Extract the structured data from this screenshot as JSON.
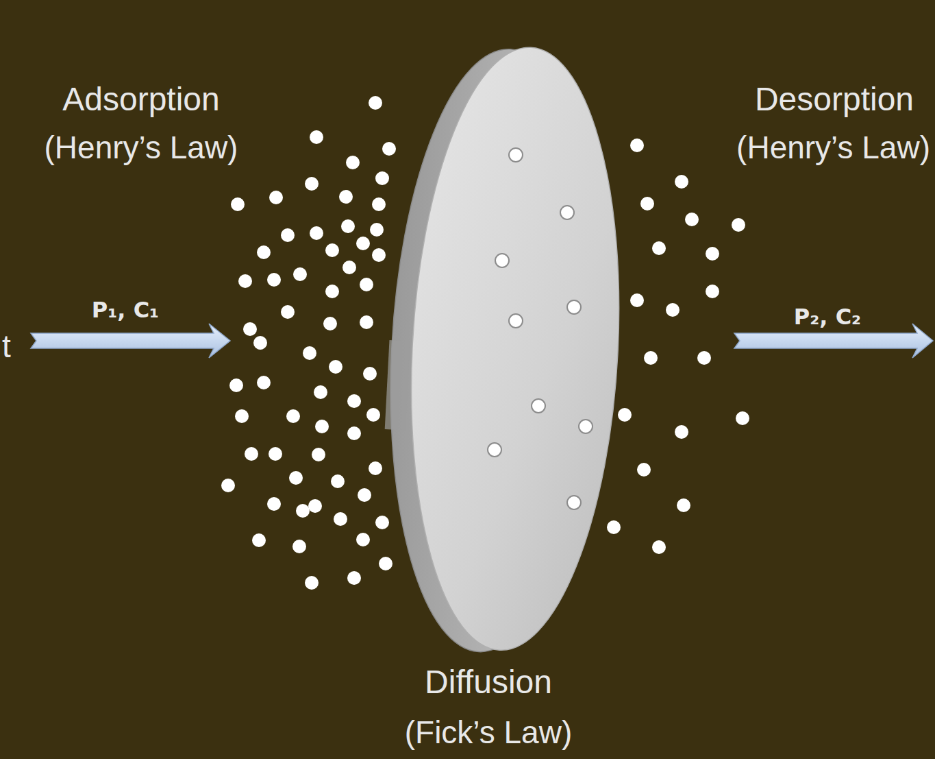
{
  "diagram": {
    "labels": [
      "Adsorption",
      "(Henry’s Law)",
      "Desorption",
      "(Henry’s Law)",
      "t",
      "P₁, C₁",
      "P₂, C₂",
      "Diffusion",
      "(Fick’s Law)"
    ]
  }
}
